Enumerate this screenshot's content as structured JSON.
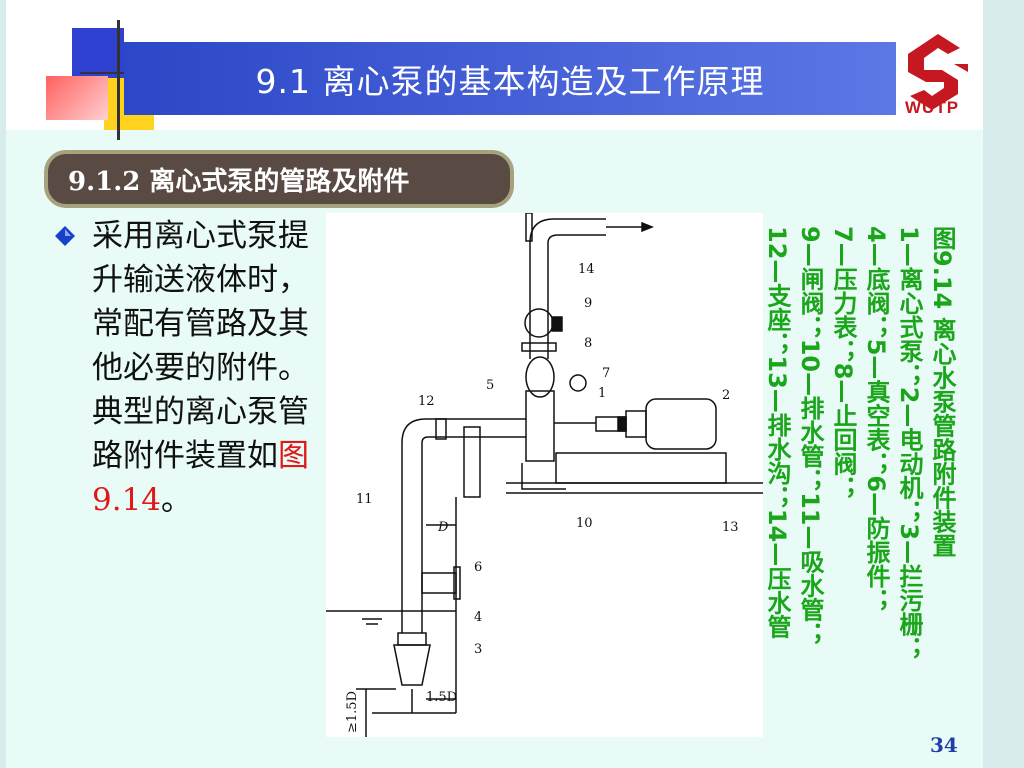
{
  "header": {
    "title": "9.1  离心泵的基本构造及工作原理",
    "logo_text": "WUTP"
  },
  "section": {
    "title": "9.1.2  离心式泵的管路及附件"
  },
  "body": {
    "text_main": "采用离心式泵提升输送液体时，常配有管路及其他必要的附件。典型的离心泵管路附件装置如",
    "text_link": "图9.14",
    "text_end": "。"
  },
  "figure": {
    "labels": [
      "14",
      "9",
      "8",
      "7",
      "5",
      "1",
      "2",
      "12",
      "11",
      "D",
      "6",
      "4",
      "3",
      "10",
      "13",
      "1.5D",
      "≥1.5D"
    ]
  },
  "caption": {
    "lines": [
      "图9.14 离心水泵管路附件装置",
      "1—离心式泵；2—电动机；3—拦污栅；",
      "4—底阀；5—真空表；6—防振件；",
      "7—压力表；8—止回阀；",
      "9—闸阀；10—排水管；11—吸水管；",
      "12—支座；13—排水沟；14—压水管"
    ]
  },
  "footer": {
    "page_number": "34"
  },
  "colors": {
    "title_bar": "#2c47c7",
    "caption_green": "#1aa51a",
    "link_red": "#e01818",
    "logo_red": "#c61820"
  }
}
